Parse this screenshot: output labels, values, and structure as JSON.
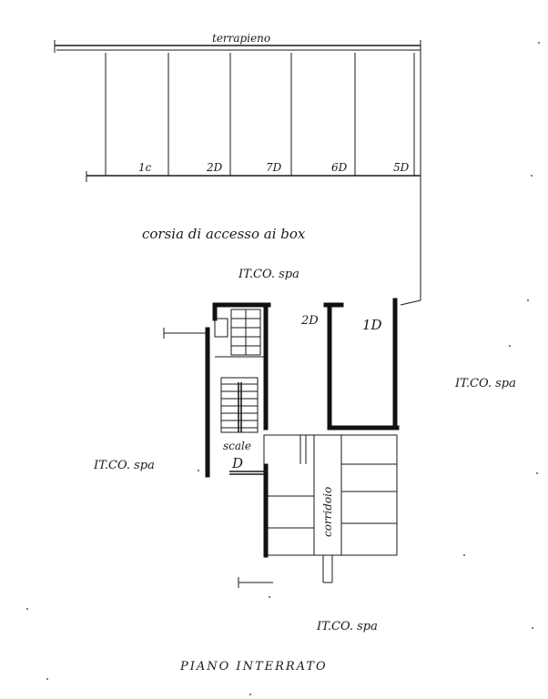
{
  "labels": {
    "terrapieno": "terrapieno",
    "corsia": "corsia di accesso ai box",
    "itco_top": "IT.CO. spa",
    "itco_right": "IT.CO. spa",
    "itco_left": "IT.CO. spa",
    "itco_bottom": "IT.CO. spa",
    "scale": "scale",
    "scale_letter": "D",
    "corridoio": "corridoio",
    "title": "PIANO INTERRATO"
  },
  "boxes_upper": [
    "1c",
    "2D",
    "7D",
    "6D",
    "5D"
  ],
  "boxes_lower": [
    "2D",
    "1D"
  ]
}
